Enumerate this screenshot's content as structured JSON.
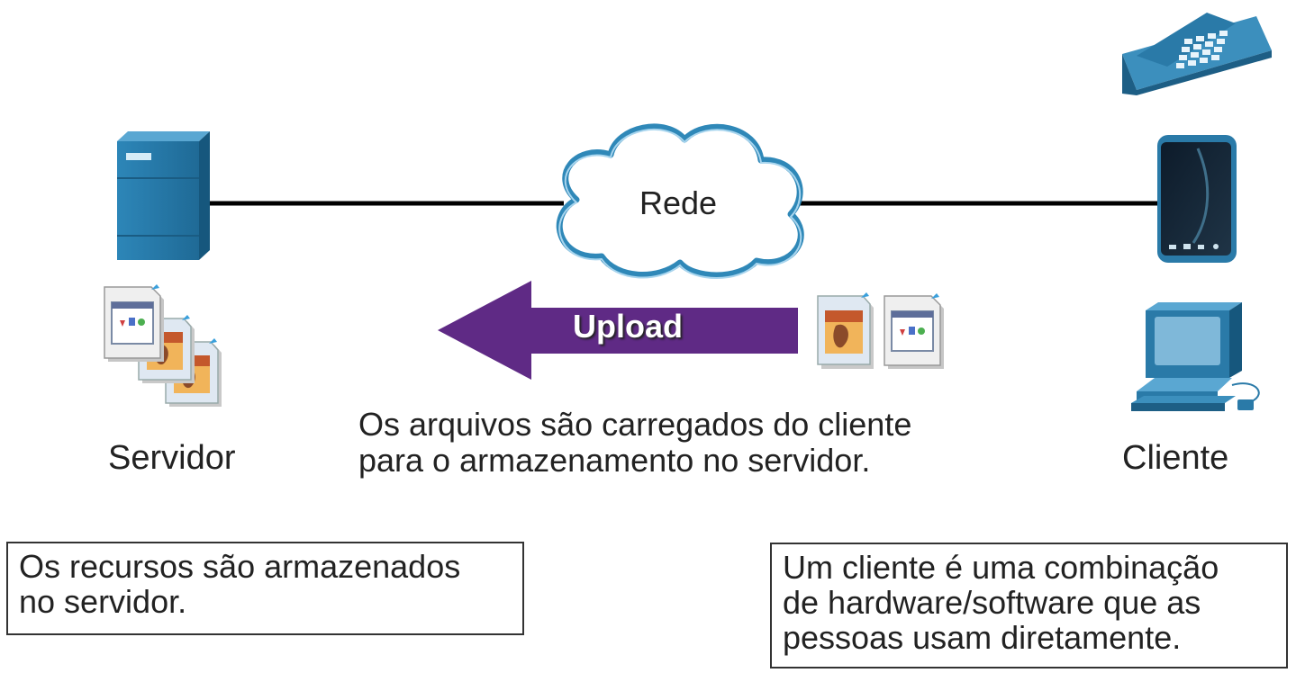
{
  "diagram": {
    "server_label": "Servidor",
    "client_label": "Cliente",
    "network_label": "Rede",
    "upload_label": "Upload",
    "caption_lines": [
      "Os arquivos são carregados do cliente",
      "para o armazenamento no servidor."
    ],
    "server_note_lines": [
      "Os recursos são armazenados",
      "no servidor."
    ],
    "client_note_lines": [
      "Um cliente é uma combinação",
      "de hardware/software que as",
      "pessoas usam diretamente."
    ],
    "colors": {
      "device_blue": "#2a7aa8",
      "device_dark": "#1d5e85",
      "arrow_purple": "#5f2a85",
      "cloud_stroke": "#2f88b8",
      "link_line": "#000000"
    },
    "icons": [
      "server-icon",
      "cloud-icon",
      "ip-phone-icon",
      "smartphone-icon",
      "desktop-computer-icon",
      "document-icon",
      "image-file-icon"
    ]
  }
}
